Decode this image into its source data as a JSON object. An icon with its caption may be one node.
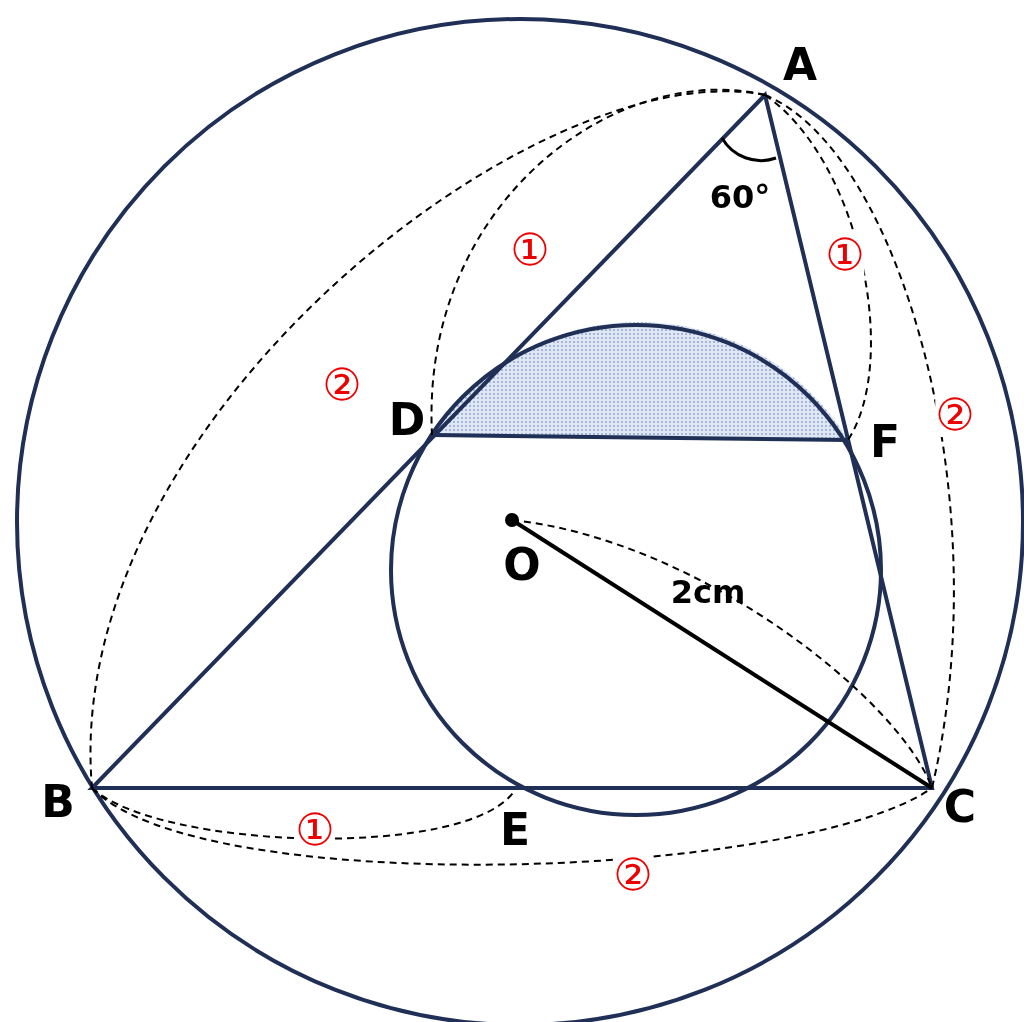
{
  "diagram": {
    "labels": [
      "A",
      "60°",
      "①",
      "①",
      "②",
      "D",
      "②",
      "F",
      "O",
      "2cm",
      "B",
      "C",
      "①",
      "E",
      "②"
    ]
  }
}
